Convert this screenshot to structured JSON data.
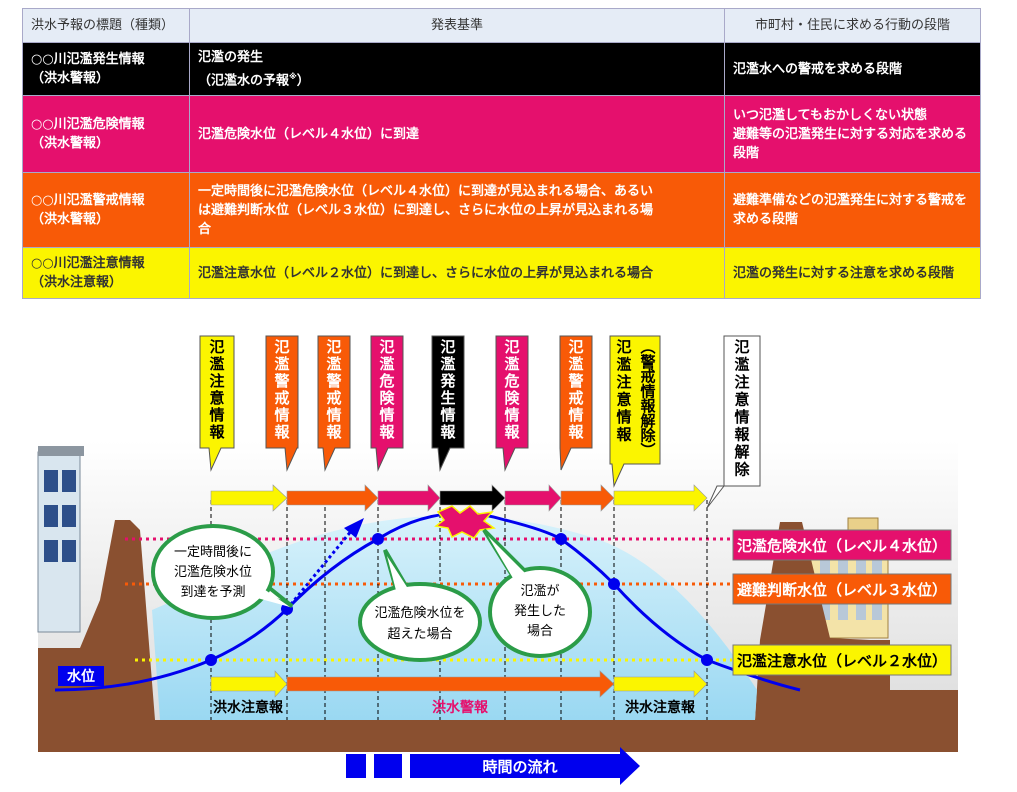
{
  "table": {
    "headers": [
      "洪水予報の標題（種類）",
      "発表基準",
      "市町村・住民に求める行動の段階"
    ],
    "rows": [
      {
        "title_l1": "○○川氾濫発生情報",
        "title_l2": "（洪水警報）",
        "criteria_l1": "氾濫の発生",
        "criteria_l2": "（氾濫水の予報",
        "criteria_sup": "※",
        "criteria_l2_end": "）",
        "action": "氾濫水への警戒を求める段階"
      },
      {
        "title_l1": "○○川氾濫危険情報",
        "title_l2": "（洪水警報）",
        "criteria": "氾濫危険水位（レベル４水位）に到達",
        "action_l1": "いつ氾濫してもおかしくない状態",
        "action_l2": "避難等の氾濫発生に対する対応を求める",
        "action_l3": "段階"
      },
      {
        "title_l1": "○○川氾濫警戒情報",
        "title_l2": "（洪水警報）",
        "criteria_l1": "一定時間後に氾濫危険水位（レベル４水位）に到達が見込まれる場合、あるい",
        "criteria_l2": "は避難判断水位（レベル３水位）に到達し、さらに水位の上昇が見込まれる場",
        "criteria_l3": "合",
        "action_l1": "避難準備などの氾濫発生に対する警戒を",
        "action_l2": "求める段階"
      },
      {
        "title_l1": "○○川氾濫注意情報",
        "title_l2": "（洪水注意報）",
        "criteria": "氾濫注意水位（レベル２水位）に到達し、さらに水位の上昇が見込まれる場合",
        "action": "氾濫の発生に対する注意を求める段階"
      }
    ]
  },
  "diagram": {
    "announcements": [
      {
        "chars": [
          "氾",
          "濫",
          "注",
          "意",
          "情",
          "報"
        ],
        "color": "#fbf500",
        "text_color": "#000000"
      },
      {
        "chars": [
          "氾",
          "濫",
          "警",
          "戒",
          "情",
          "報"
        ],
        "color": "#f85a07",
        "text_color": "#ffffff"
      },
      {
        "chars": [
          "氾",
          "濫",
          "警",
          "戒",
          "情",
          "報"
        ],
        "color": "#f85a07",
        "text_color": "#ffffff"
      },
      {
        "chars": [
          "氾",
          "濫",
          "危",
          "険",
          "情",
          "報"
        ],
        "color": "#e5106d",
        "text_color": "#ffffff"
      },
      {
        "chars": [
          "氾",
          "濫",
          "発",
          "生",
          "情",
          "報"
        ],
        "color": "#000000",
        "text_color": "#ffffff"
      },
      {
        "chars": [
          "氾",
          "濫",
          "危",
          "険",
          "情",
          "報"
        ],
        "color": "#e5106d",
        "text_color": "#ffffff"
      },
      {
        "chars": [
          "氾",
          "濫",
          "警",
          "戒",
          "情",
          "報"
        ],
        "color": "#f85a07",
        "text_color": "#ffffff"
      },
      {
        "chars": [
          "氾",
          "濫",
          "注",
          "意",
          "情",
          "報"
        ],
        "paren_chars": [
          "︵",
          "警",
          "戒",
          "情",
          "報",
          "解",
          "除",
          "︶"
        ],
        "color": "#fbf500",
        "text_color": "#000000"
      },
      {
        "chars": [
          "氾",
          "濫",
          "注",
          "意",
          "情",
          "報",
          "解",
          "除"
        ],
        "color": "#ffffff",
        "text_color": "#000000"
      }
    ],
    "levels": [
      {
        "label": "氾濫危険水位（レベル４水位）",
        "color": "#e5106d"
      },
      {
        "label": "避難判断水位（レベル３水位）",
        "color": "#f85a07"
      },
      {
        "label": "氾濫注意水位（レベル２水位）",
        "color": "#fbf500"
      }
    ],
    "water_level_label": "水位",
    "bubbles": {
      "predict": [
        "一定時間後に",
        "氾濫危険水位",
        "到達を予測"
      ],
      "exceed": [
        "氾濫危険水位を",
        "超えた場合"
      ],
      "flood": [
        "氾濫が",
        "発生した",
        "場合"
      ]
    },
    "warning_labels": {
      "advisory_left": "洪水注意報",
      "warning": "洪水警報",
      "advisory_right": "洪水注意報"
    },
    "time_label": "時間の流れ",
    "colors": {
      "yellow": "#fbf500",
      "orange": "#f85a07",
      "pink": "#e5106d",
      "blue": "#0000ee",
      "water": "#b7e6f8",
      "ground": "#8a5030"
    }
  }
}
